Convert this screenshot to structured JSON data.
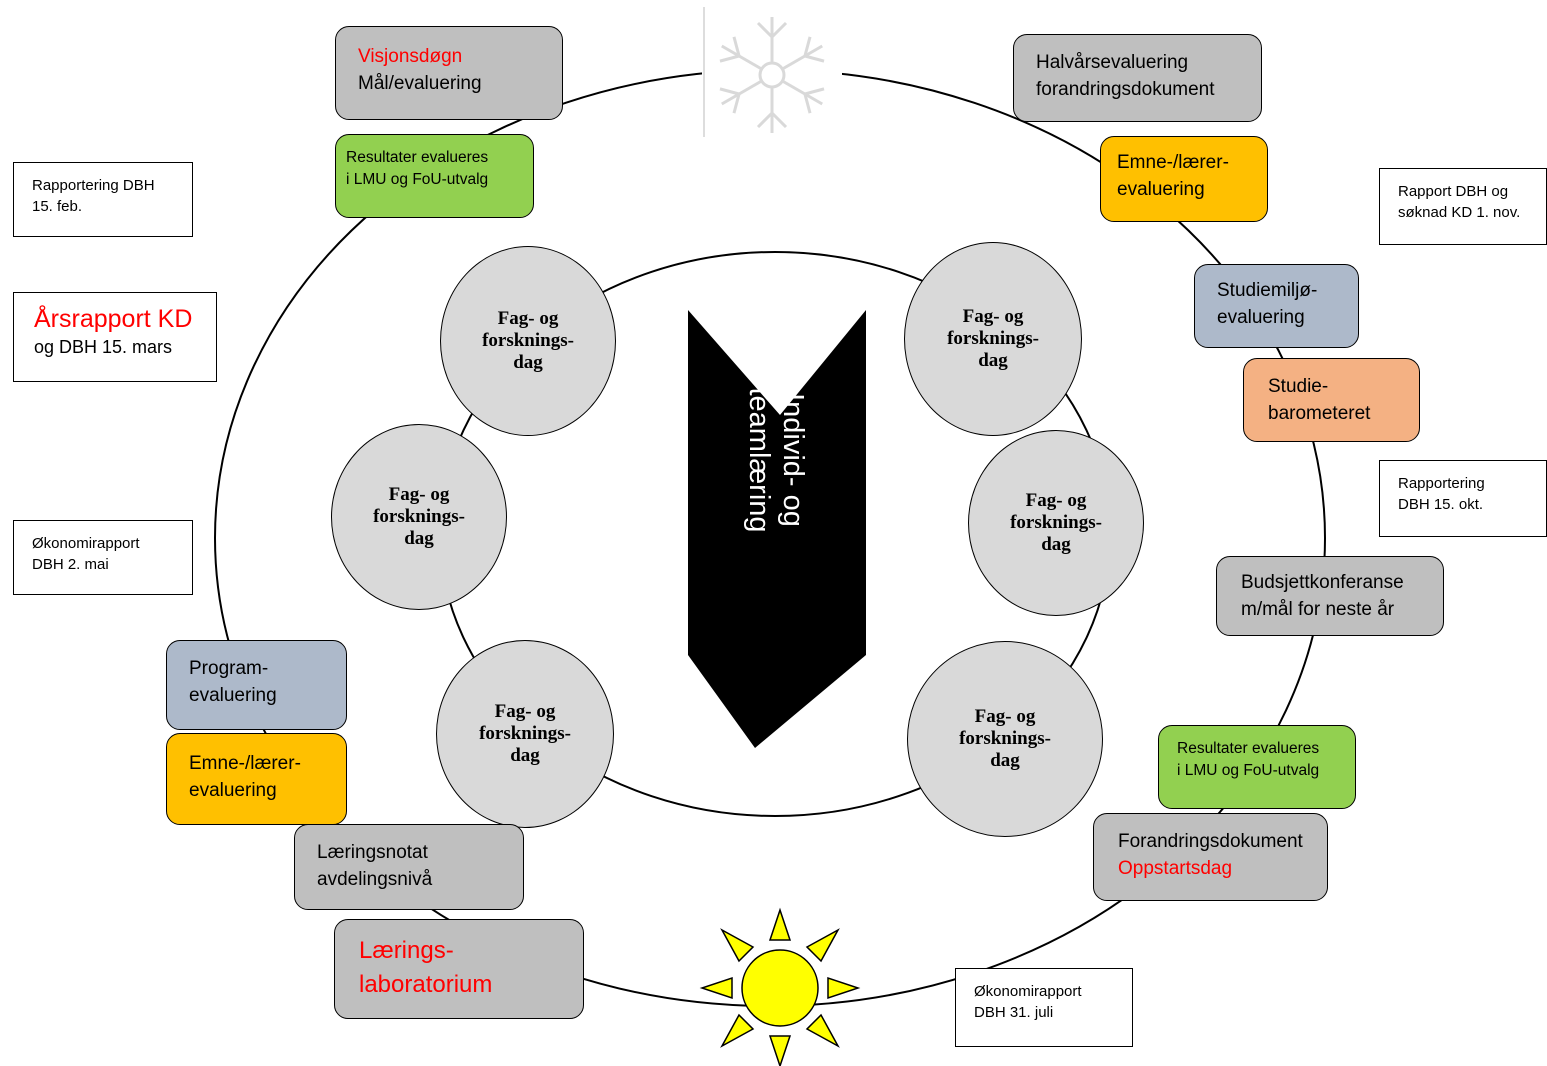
{
  "top_left": {
    "title": "Visjonsdøgn",
    "subtitle": "Mål/evaluering"
  },
  "top_left_result": {
    "line1": "Resultater evalueres",
    "line2": "i LMU og FoU-utvalg"
  },
  "top_right": {
    "line1": "Halvårsevaluering",
    "line2": "forandringsdokument"
  },
  "right_course_eval": {
    "line1": "Emne-/lærer-",
    "line2": "evaluering"
  },
  "study_env": {
    "line1": "Studiemiljø-",
    "line2": "evaluering"
  },
  "study_barometer": {
    "line1": "Studie-",
    "line2": "barometeret"
  },
  "budget": {
    "line1": "Budsjettkonferanse",
    "line2": "m/mål for neste år"
  },
  "right_result": {
    "line1": "Resultater evalueres",
    "line2": "i LMU og FoU-utvalg"
  },
  "change_doc": {
    "line1": "Forandringsdokument",
    "line2": "Oppstartsdag"
  },
  "learning_lab": {
    "line1": "Lærings-",
    "line2": "laboratorium"
  },
  "learning_note": {
    "line1": "Læringsnotat",
    "line2": "avdelingsnivå"
  },
  "left_course_eval": {
    "line1": "Emne-/lærer-",
    "line2": "evaluering"
  },
  "program_eval": {
    "line1": "Program-",
    "line2": "evaluering"
  },
  "notes": {
    "dbh_feb": {
      "line1": "Rapportering DBH",
      "line2": "15. feb."
    },
    "annual": {
      "line1": "Årsrapport KD",
      "line2": "og DBH 15. mars"
    },
    "economy_may": {
      "line1": "Økonomirapport",
      "line2": "DBH 2. mai"
    },
    "dbh_nov": {
      "line1": "Rapport DBH og",
      "line2": "søknad KD 1. nov."
    },
    "dbh_oct": {
      "line1": "Rapportering",
      "line2": "DBH 15. okt."
    },
    "economy_july": {
      "line1": "Økonomirapport",
      "line2": "DBH 31. juli"
    }
  },
  "day_circles": [
    {
      "line1": "Fag- og",
      "line2": "forsknings-",
      "line3": "dag"
    },
    {
      "line1": "Fag- og",
      "line2": "forsknings-",
      "line3": "dag"
    },
    {
      "line1": "Fag- og",
      "line2": "forsknings-",
      "line3": "dag"
    },
    {
      "line1": "Fag- og",
      "line2": "forsknings-",
      "line3": "dag"
    },
    {
      "line1": "Fag- og",
      "line2": "forsknings-",
      "line3": "dag"
    },
    {
      "line1": "Fag- og",
      "line2": "forsknings-",
      "line3": "dag"
    }
  ],
  "center_arrow": {
    "line1": "Individ- og",
    "line2": "teamlæring"
  },
  "colors": {
    "gray": "#bfbfbf",
    "green": "#92d050",
    "yellow": "#ffc000",
    "blue": "#adb9ca",
    "orange": "#f4b183",
    "red": "#ff0000",
    "sun": "#ffff00"
  },
  "icons": {
    "winter": "snowflake-icon",
    "summer": "sun-icon"
  }
}
